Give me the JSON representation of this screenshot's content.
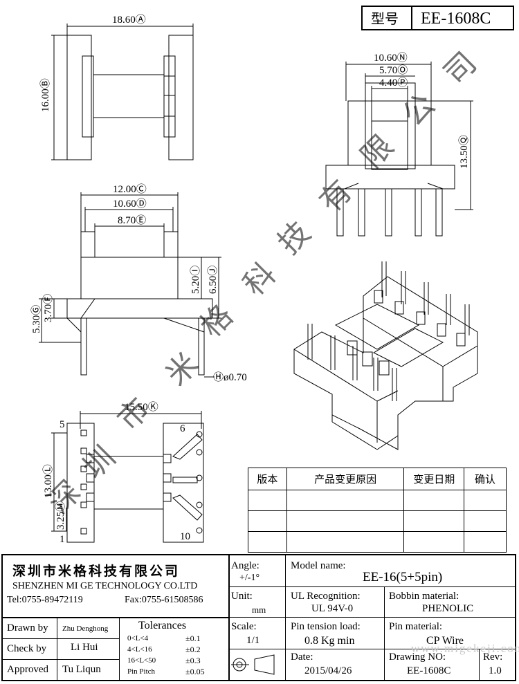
{
  "title_block": {
    "type_label": "型号",
    "part_number": "EE-1608C"
  },
  "dimensions": {
    "top_view_width": "18.60Ⓐ",
    "top_view_height": "16.00Ⓑ",
    "front_view_width_c": "12.00Ⓒ",
    "front_view_width_d": "10.60Ⓓ",
    "front_view_width_e": "8.70Ⓔ",
    "front_view_height_i": "5.20Ⓘ",
    "front_view_height_j": "6.50Ⓙ",
    "front_view_height_g": "5.30Ⓖ",
    "front_view_height_f": "3.70Ⓕ",
    "pin_diameter": "Ⓗø0.70",
    "side_view_width_n": "10.60Ⓝ",
    "side_view_width_o": "5.70Ⓞ",
    "side_view_width_p": "4.40Ⓟ",
    "side_view_height_q": "13.50Ⓠ",
    "bottom_view_width": "15.50Ⓚ",
    "bottom_view_height": "13.00Ⓛ",
    "bottom_view_pitch": "3.25Ⓜ",
    "pin_labels": [
      "5",
      "6",
      "1",
      "10"
    ]
  },
  "watermark": [
    "深",
    "圳",
    "市",
    "米",
    "格",
    "科",
    "技",
    "有",
    "限",
    "公",
    "司"
  ],
  "revision_table": {
    "headers": [
      "版本",
      "产品变更原因",
      "变更日期",
      "确认"
    ],
    "rows": [
      [
        "",
        "",
        "",
        ""
      ],
      [
        "",
        "",
        "",
        ""
      ],
      [
        "",
        "",
        "",
        ""
      ]
    ]
  },
  "company": {
    "name_cn": "深圳市米格科技有限公司",
    "name_en": "SHENZHEN  MI GE TECHNOLOGY  CO.LTD",
    "tel": "Tel:0755-89472119",
    "fax": "Fax:0755-61508586"
  },
  "angle": {
    "label": "Angle:",
    "value": "+/-1°"
  },
  "unit": {
    "label": "Unit:",
    "value": "mm"
  },
  "scale": {
    "label": "Scale:",
    "value": "1/1"
  },
  "model": {
    "label": "Model name:",
    "value": "EE-16(5+5pin)"
  },
  "ul": {
    "label": "UL Recognition:",
    "value": "UL 94V-0"
  },
  "bobbin": {
    "label": "Bobbin material:",
    "value": "PHENOLIC"
  },
  "pin_tension": {
    "label": "Pin tension load:",
    "value": "0.8 Kg min"
  },
  "pin_material": {
    "label": "Pin material:",
    "value": "CP Wire"
  },
  "date": {
    "label": "Date:",
    "value": "2015/04/26"
  },
  "drawing_no": {
    "label": "Drawing NO:",
    "value": "EE-1608C"
  },
  "rev": {
    "label": "Rev:",
    "value": "1.0"
  },
  "people": {
    "drawn_label": "Drawn by",
    "drawn_name": "Zhu Denghong",
    "check_label": "Check by",
    "check_name": "Li Hui",
    "approved_label": "Approved",
    "approved_name": "Tu Liqun"
  },
  "tolerances": {
    "title": "Tolerances",
    "rows": [
      {
        "range": "0<L<4",
        "tol": "±0.1"
      },
      {
        "range": "4<L<16",
        "tol": "±0.2"
      },
      {
        "range": "16<L<50",
        "tol": "±0.3"
      },
      {
        "range": "Pin Pitch",
        "tol": "±0.05"
      }
    ]
  },
  "footer_watermark": "www.migekeji.com"
}
